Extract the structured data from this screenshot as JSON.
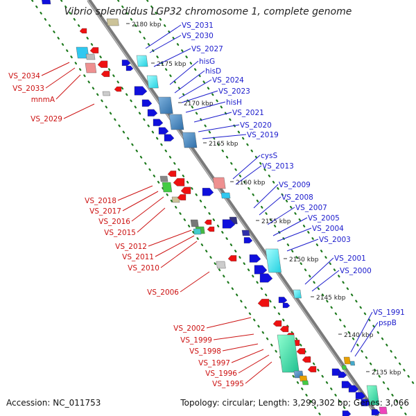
{
  "title": "Vibrio splendidus LGP32 chromosome 1, complete genome",
  "accession": "Accession: NC_011753",
  "summary": "Topology: circular; Length: 3,299,302 bp; Genes: 3,066",
  "colors": {
    "forward_label": "#1a1acc",
    "reverse_label": "#cc1111",
    "backbone": "#8a8a8a",
    "track_dots": "#1e7a1e"
  },
  "ticks": [
    "2180 kbp",
    "2175 kbp",
    "2170 kbp",
    "2165 kbp",
    "2160 kbp",
    "2155 kbp",
    "2150 kbp",
    "2145 kbp",
    "2140 kbp",
    "2135 kbp"
  ],
  "forward_labels": [
    "VS_2031",
    "VS_2030",
    "VS_2027",
    "hisG",
    "hisD",
    "VS_2024",
    "VS_2023",
    "hisH",
    "VS_2021",
    "VS_2020",
    "VS_2019",
    "cysS",
    "VS_2013",
    "VS_2009",
    "VS_2008",
    "VS_2007",
    "VS_2005",
    "VS_2004",
    "VS_2003",
    "VS_2001",
    "VS_2000",
    "VS_1991",
    "pspB"
  ],
  "reverse_labels": [
    "VS_2034",
    "VS_2033",
    "mnmA",
    "VS_2029",
    "VS_2018",
    "VS_2017",
    "VS_2016",
    "VS_2015",
    "VS_2012",
    "VS_2011",
    "VS_2010",
    "VS_2006",
    "VS_2002",
    "VS_1999",
    "VS_1998",
    "VS_1997",
    "VS_1996",
    "VS_1995"
  ]
}
